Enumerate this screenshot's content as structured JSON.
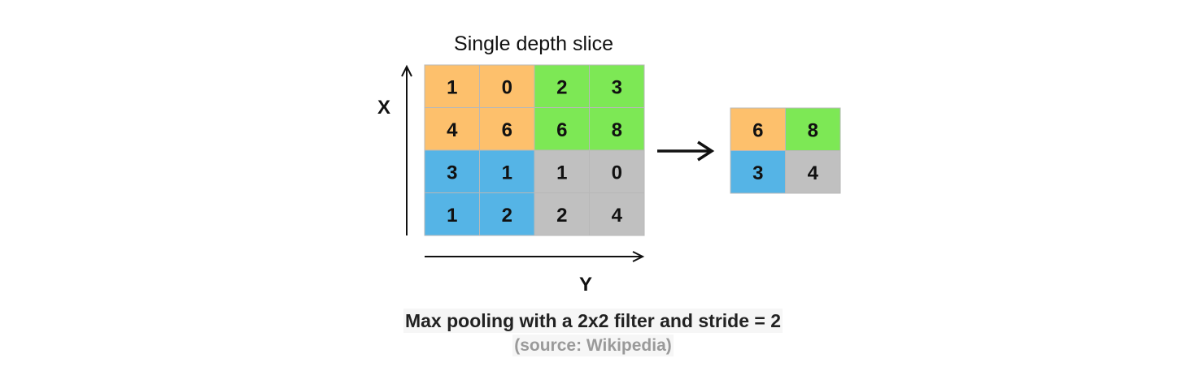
{
  "title": "Single depth slice",
  "axis_x_label": "X",
  "axis_y_label": "Y",
  "colors": {
    "orange": "#fdc06c",
    "green": "#7de855",
    "blue": "#55b4e6",
    "gray": "#c0c0c0",
    "grid_line": "#b8b8b8",
    "ink": "#111111"
  },
  "input_grid": [
    [
      {
        "v": "1",
        "c": "orange"
      },
      {
        "v": "0",
        "c": "orange"
      },
      {
        "v": "2",
        "c": "green"
      },
      {
        "v": "3",
        "c": "green"
      }
    ],
    [
      {
        "v": "4",
        "c": "orange"
      },
      {
        "v": "6",
        "c": "orange"
      },
      {
        "v": "6",
        "c": "green"
      },
      {
        "v": "8",
        "c": "green"
      }
    ],
    [
      {
        "v": "3",
        "c": "blue"
      },
      {
        "v": "1",
        "c": "blue"
      },
      {
        "v": "1",
        "c": "gray"
      },
      {
        "v": "0",
        "c": "gray"
      }
    ],
    [
      {
        "v": "1",
        "c": "blue"
      },
      {
        "v": "2",
        "c": "blue"
      },
      {
        "v": "2",
        "c": "gray"
      },
      {
        "v": "4",
        "c": "gray"
      }
    ]
  ],
  "output_grid": [
    [
      {
        "v": "6",
        "c": "orange"
      },
      {
        "v": "8",
        "c": "green"
      }
    ],
    [
      {
        "v": "3",
        "c": "blue"
      },
      {
        "v": "4",
        "c": "gray"
      }
    ]
  ],
  "caption": "Max pooling with a 2x2 filter and stride = 2",
  "source": "(source: Wikipedia)"
}
